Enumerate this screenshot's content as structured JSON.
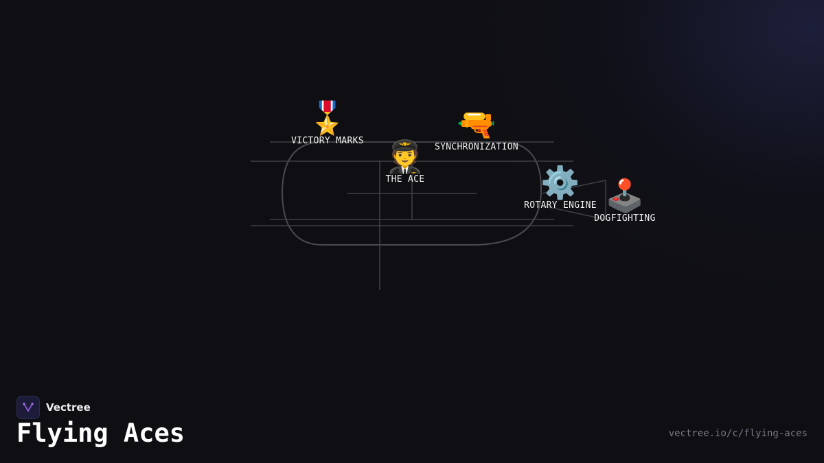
{
  "brand": {
    "name": "Vectree"
  },
  "page": {
    "title": "Flying Aces",
    "url": "vectree.io/c/flying-aces"
  },
  "nodes": [
    {
      "id": "victory-marks",
      "label": "VICTORY MARKS",
      "emoji": "🎖️"
    },
    {
      "id": "the-ace",
      "label": "THE ACE",
      "emoji": "🧑‍✈️"
    },
    {
      "id": "synchronization",
      "label": "SYNCHRONIZATION",
      "emoji": "🔫"
    },
    {
      "id": "rotary-engine",
      "label": "ROTARY ENGINE",
      "emoji": "⚙️"
    },
    {
      "id": "dogfighting",
      "label": "DOGFIGHTING",
      "emoji": "🕹️"
    }
  ],
  "colors": {
    "background": "#0f0f13",
    "lines": "#4a4a4f",
    "logo_accent": "#9b5de5"
  }
}
